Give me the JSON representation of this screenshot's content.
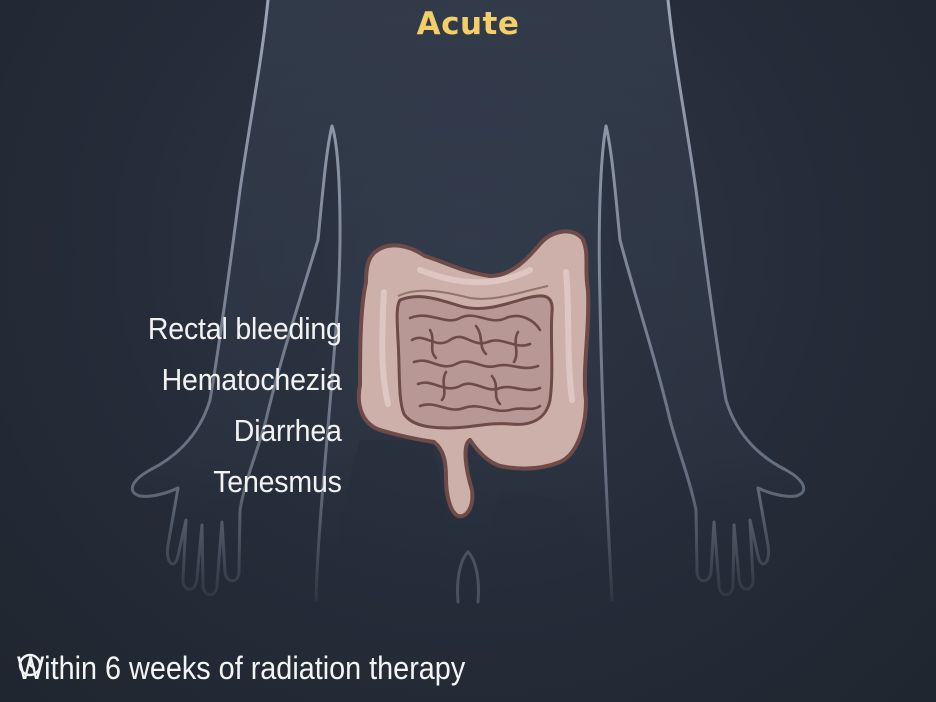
{
  "header": {
    "title": "Acute"
  },
  "symptoms": [
    "Rectal bleeding",
    "Hematochezia",
    "Diarrhea",
    "Tenesmus"
  ],
  "timing": {
    "text": "Within 6 weeks of radiation therapy",
    "icon": "clock-icon"
  },
  "colors": {
    "background": "#232a36",
    "title": "#f3cf6a",
    "text": "#f2f2f2",
    "body_outline": "#9aa6b8",
    "intestine_fill": "#cfb3ad",
    "intestine_outline": "#6e4a48"
  }
}
